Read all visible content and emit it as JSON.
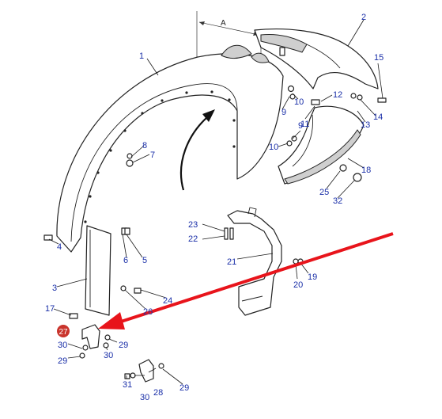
{
  "dimension_label": "A",
  "colors": {
    "callout_text": "#1a2fa8",
    "highlight_arrow": "#e8141b",
    "badge_fill": "#c9342c",
    "line": "#222222"
  },
  "callouts": [
    {
      "id": "c1",
      "label": "1"
    },
    {
      "id": "c2",
      "label": "2"
    },
    {
      "id": "c3",
      "label": "3"
    },
    {
      "id": "c4",
      "label": "4"
    },
    {
      "id": "c5",
      "label": "5"
    },
    {
      "id": "c6",
      "label": "6"
    },
    {
      "id": "c7",
      "label": "7"
    },
    {
      "id": "c8",
      "label": "8"
    },
    {
      "id": "c9a",
      "label": "9"
    },
    {
      "id": "c10a",
      "label": "10"
    },
    {
      "id": "c12",
      "label": "12"
    },
    {
      "id": "c11",
      "label": "11"
    },
    {
      "id": "c9b",
      "label": "9"
    },
    {
      "id": "c10b",
      "label": "10"
    },
    {
      "id": "c13",
      "label": "13"
    },
    {
      "id": "c14",
      "label": "14"
    },
    {
      "id": "c15",
      "label": "15"
    },
    {
      "id": "c18",
      "label": "18"
    },
    {
      "id": "c25",
      "label": "25"
    },
    {
      "id": "c32",
      "label": "32"
    },
    {
      "id": "c23",
      "label": "23"
    },
    {
      "id": "c22",
      "label": "22"
    },
    {
      "id": "c21",
      "label": "21"
    },
    {
      "id": "c19",
      "label": "19"
    },
    {
      "id": "c20",
      "label": "20"
    },
    {
      "id": "c24",
      "label": "24"
    },
    {
      "id": "c26",
      "label": "26"
    },
    {
      "id": "c17",
      "label": "17"
    },
    {
      "id": "c30a",
      "label": "30"
    },
    {
      "id": "c30b",
      "label": "30"
    },
    {
      "id": "c29a",
      "label": "29"
    },
    {
      "id": "c29b",
      "label": "29"
    },
    {
      "id": "c31",
      "label": "31"
    },
    {
      "id": "c30c",
      "label": "30"
    },
    {
      "id": "c28",
      "label": "28"
    },
    {
      "id": "c29c",
      "label": "29"
    }
  ],
  "highlighted_part": {
    "label": "27"
  }
}
